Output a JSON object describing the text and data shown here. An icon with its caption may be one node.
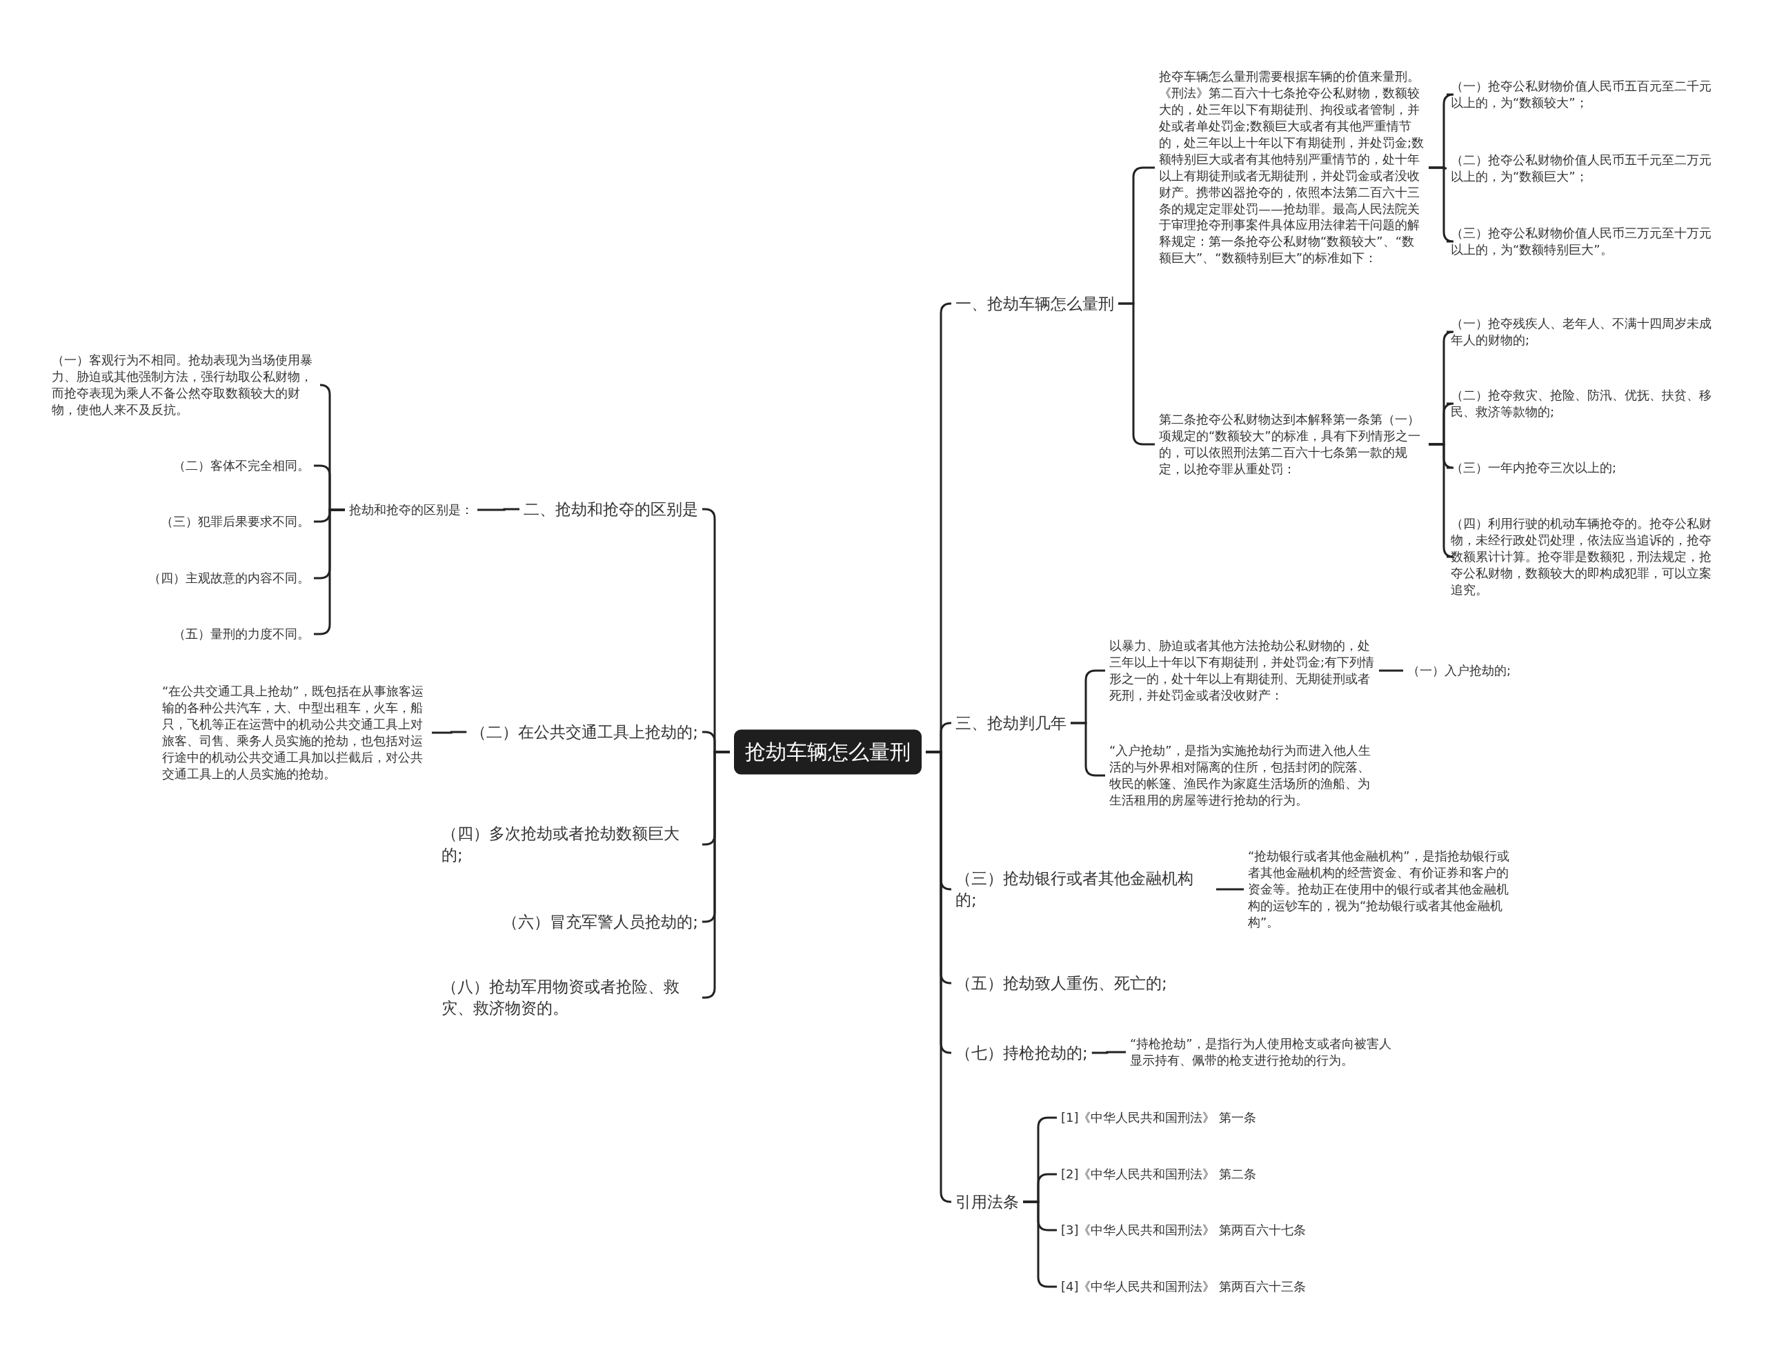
{
  "diagram": {
    "nodes": [
      {
        "text": [
          "抢劫车辆怎么量刑"
        ]
      },
      {
        "text": [
          "一、抢劫车辆怎么量刑"
        ]
      },
      {
        "text": [
          "抢夺车辆怎么量刑需要根据车辆的价值来量刑。《刑法》第二百六十七条抢夺公私财物，数额较大的，处三年以下有期徒刑、拘役或者管制，并处或者单处罚金;数额巨大或者有其他严重情节的，处三年以上十年以下有期徒刑，并处罚金;数额特别巨大或者有其他特别严重情节的，处十年以上有期徒刑或者无期徒刑，并处罚金或者没收财产。携带凶器抢夺的，依照本法第二百六十三条的规定定罪处罚——抢劫罪。最高人民法院关于审理抢夺刑事案件具体应用法律若干问题的解释规定：第一条抢夺公私财物“数额较大”、“数额巨大”、“数额特别巨大”的标准如下："
        ]
      },
      {
        "text": [
          "（一）抢夺公私财物价值人民币五百元至二千元以上的，为“数额较大”；"
        ]
      },
      {
        "text": [
          "（二）抢夺公私财物价值人民币五千元至二万元以上的，为“数额巨大”；"
        ]
      },
      {
        "text": [
          "（三）抢夺公私财物价值人民币三万元至十万元以上的，为“数额特别巨大”。"
        ]
      },
      {
        "text": [
          "第二条抢夺公私财物达到本解释第一条第（一）项规定的“数额较大”的标准，具有下列情形之一的，可以依照刑法第二百六十七条第一款的规定，以抢夺罪从重处罚："
        ]
      },
      {
        "text": [
          "（一）抢夺残疾人、老年人、不满十四周岁未成年人的财物的;"
        ]
      },
      {
        "text": [
          "（二）抢夺救灾、抢险、防汛、优抚、扶贫、移民、救济等款物的;"
        ]
      },
      {
        "text": [
          "（三）一年内抢夺三次以上的;"
        ]
      },
      {
        "text": [
          "（四）利用行驶的机动车辆抢夺的。抢夺公私财物，未经行政处罚处理，依法应当追诉的，抢夺数额累计计算。抢夺罪是数额犯，刑法规定，抢夺公私财物，数额较大的即构成犯罪，可以立案追究。"
        ]
      },
      {
        "text": [
          "三、抢劫判几年"
        ]
      },
      {
        "text": [
          "以暴力、胁迫或者其他方法抢劫公私财物的，处三年以上十年以下有期徒刑，并处罚金;有下列情形之一的，处十年以上有期徒刑、无期徒刑或者死刑，并处罚金或者没收财产："
        ]
      },
      {
        "text": [
          "（一）入户抢劫的;"
        ]
      },
      {
        "text": [
          "“入户抢劫”，是指为实施抢劫行为而进入他人生活的与外界相对隔离的住所，包括封闭的院落、牧民的帐篷、渔民作为家庭生活场所的渔船、为生活租用的房屋等进行抢劫的行为。"
        ]
      },
      {
        "text": [
          "（三）抢劫银行或者其他金融机构的;"
        ]
      },
      {
        "text": [
          "“抢劫银行或者其他金融机构”，是指抢劫银行或者其他金融机构的经营资金、有价证券和客户的资金等。抢劫正在使用中的银行或者其他金融机构的运钞车的，视为“抢劫银行或者其他金融机构”。"
        ]
      },
      {
        "text": [
          "（五）抢劫致人重伤、死亡的;"
        ]
      },
      {
        "text": [
          "（七）持枪抢劫的;"
        ]
      },
      {
        "text": [
          "“持枪抢劫”，是指行为人使用枪支或者向被害人显示持有、佩带的枪支进行抢劫的行为。"
        ]
      },
      {
        "text": [
          "引用法条"
        ]
      },
      {
        "text": [
          "[1]《中华人民共和国刑法》 第一条"
        ]
      },
      {
        "text": [
          "[2]《中华人民共和国刑法》 第二条"
        ]
      },
      {
        "text": [
          "[3]《中华人民共和国刑法》 第两百六十七条"
        ]
      },
      {
        "text": [
          "[4]《中华人民共和国刑法》 第两百六十三条"
        ]
      },
      {
        "text": [
          "二、抢劫和抢夺的区别是"
        ]
      },
      {
        "text": [
          "抢劫和抢夺的区别是："
        ]
      },
      {
        "text": [
          "（一）客观行为不相同。抢劫表现为当场使用暴力、胁迫或其他强制方法，强行劫取公私财物，而抢夺表现为乘人不备公然夺取数额较大的财物，使他人来不及反抗。"
        ]
      },
      {
        "text": [
          "（二）客体不完全相同。"
        ]
      },
      {
        "text": [
          "（三）犯罪后果要求不同。"
        ]
      },
      {
        "text": [
          "（四）主观故意的内容不同。"
        ]
      },
      {
        "text": [
          "（五）量刑的力度不同。"
        ]
      },
      {
        "text": [
          "（二）在公共交通工具上抢劫的;"
        ]
      },
      {
        "text": [
          "“在公共交通工具上抢劫”，既包括在从事旅客运输的各种公共汽车，大、中型出租车，火车，船只，飞机等正在运营中的机动公共交通工具上对旅客、司售、乘务人员实施的抢劫，也包括对运行途中的机动公共交通工具加以拦截后，对公共交通工具上的人员实施的抢劫。"
        ]
      },
      {
        "text": [
          "（四）多次抢劫或者抢劫数额巨大的;"
        ]
      },
      {
        "text": [
          "（六）冒充军警人员抢劫的;"
        ]
      },
      {
        "text": [
          "（八）抢劫军用物资或者抢险、救灾、救济物资的。"
        ]
      }
    ],
    "edges": [
      {
        "from": 0,
        "to": 1,
        "arrow": "none"
      },
      {
        "from": 1,
        "to": 2,
        "arrow": "none"
      },
      {
        "from": 2,
        "to": 3,
        "arrow": "none"
      },
      {
        "from": 2,
        "to": 4,
        "arrow": "none"
      },
      {
        "from": 2,
        "to": 5,
        "arrow": "none"
      },
      {
        "from": 1,
        "to": 6,
        "arrow": "none"
      },
      {
        "from": 6,
        "to": 7,
        "arrow": "none"
      },
      {
        "from": 6,
        "to": 8,
        "arrow": "none"
      },
      {
        "from": 6,
        "to": 9,
        "arrow": "none"
      },
      {
        "from": 6,
        "to": 10,
        "arrow": "none"
      },
      {
        "from": 0,
        "to": 11,
        "arrow": "none"
      },
      {
        "from": 11,
        "to": 12,
        "arrow": "none"
      },
      {
        "from": 12,
        "to": 13,
        "arrow": "none"
      },
      {
        "from": 11,
        "to": 14,
        "arrow": "none"
      },
      {
        "from": 0,
        "to": 15,
        "arrow": "none"
      },
      {
        "from": 15,
        "to": 16,
        "arrow": "none"
      },
      {
        "from": 0,
        "to": 17,
        "arrow": "none"
      },
      {
        "from": 0,
        "to": 18,
        "arrow": "none"
      },
      {
        "from": 18,
        "to": 19,
        "arrow": "none"
      },
      {
        "from": 0,
        "to": 20,
        "arrow": "none"
      },
      {
        "from": 20,
        "to": 21,
        "arrow": "none"
      },
      {
        "from": 20,
        "to": 22,
        "arrow": "none"
      },
      {
        "from": 20,
        "to": 23,
        "arrow": "none"
      },
      {
        "from": 20,
        "to": 24,
        "arrow": "none"
      },
      {
        "from": 0,
        "to": 25,
        "arrow": "none"
      },
      {
        "from": 25,
        "to": 26,
        "arrow": "none"
      },
      {
        "from": 26,
        "to": 27,
        "arrow": "none"
      },
      {
        "from": 26,
        "to": 28,
        "arrow": "none"
      },
      {
        "from": 26,
        "to": 29,
        "arrow": "none"
      },
      {
        "from": 26,
        "to": 30,
        "arrow": "none"
      },
      {
        "from": 26,
        "to": 31,
        "arrow": "none"
      },
      {
        "from": 0,
        "to": 32,
        "arrow": "none"
      },
      {
        "from": 32,
        "to": 33,
        "arrow": "none"
      },
      {
        "from": 0,
        "to": 34,
        "arrow": "none"
      },
      {
        "from": 0,
        "to": 35,
        "arrow": "none"
      },
      {
        "from": 0,
        "to": 36,
        "arrow": "none"
      }
    ]
  }
}
